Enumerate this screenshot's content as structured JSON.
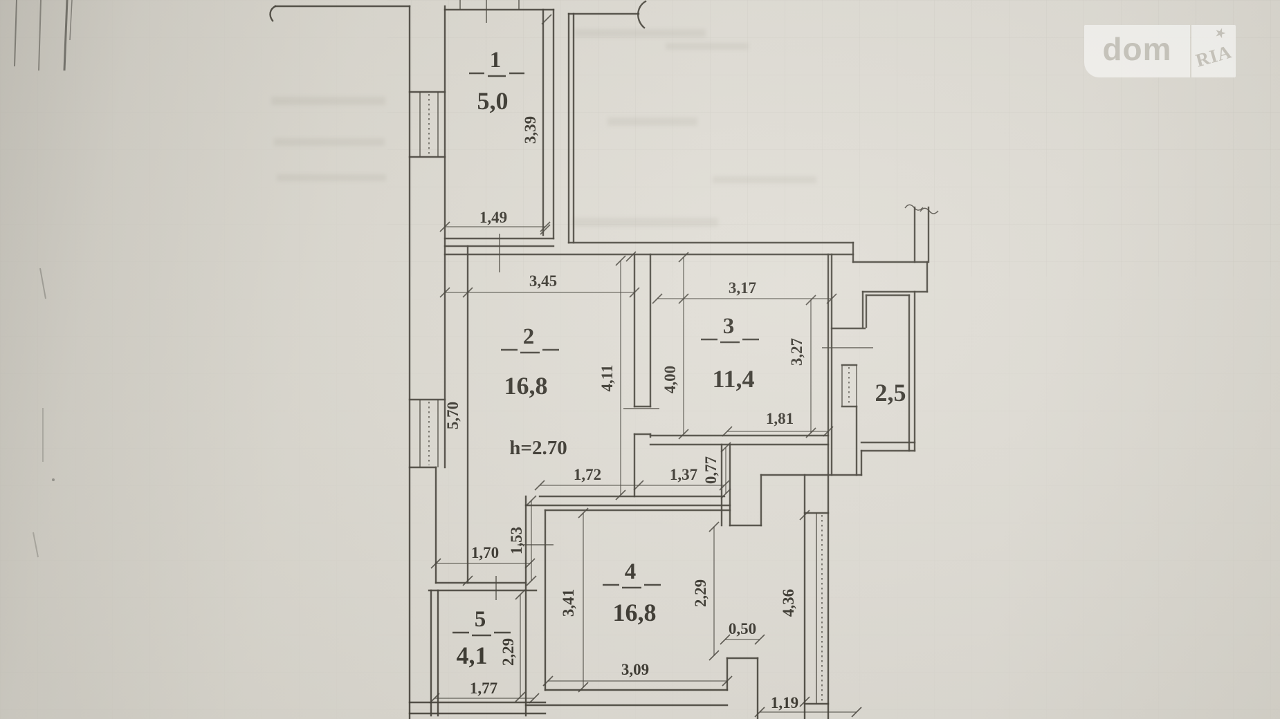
{
  "watermark": {
    "brand_left": "dom",
    "brand_right": "RIA",
    "star": "★"
  },
  "plan": {
    "rooms": [
      {
        "number": "1",
        "area": "5,0"
      },
      {
        "number": "2",
        "area": "16,8",
        "ceiling_height": "h=2.70"
      },
      {
        "number": "3",
        "area": "11,4"
      },
      {
        "number": "4",
        "area": "16,8"
      },
      {
        "number": "5",
        "area": "4,1"
      }
    ],
    "bathroom_area": "2,5",
    "h_dims": [
      "1,49",
      "3,45",
      "3,17",
      "1,81",
      "1,72",
      "1,37",
      "1,70",
      "0,50",
      "3,09",
      "1,77",
      "1,19"
    ],
    "v_dims": [
      "3,39",
      "5,70",
      "4,11",
      "4,00",
      "3,27",
      "0,77",
      "1,53",
      "3,41",
      "2,29",
      "2,29",
      "4,36"
    ]
  }
}
